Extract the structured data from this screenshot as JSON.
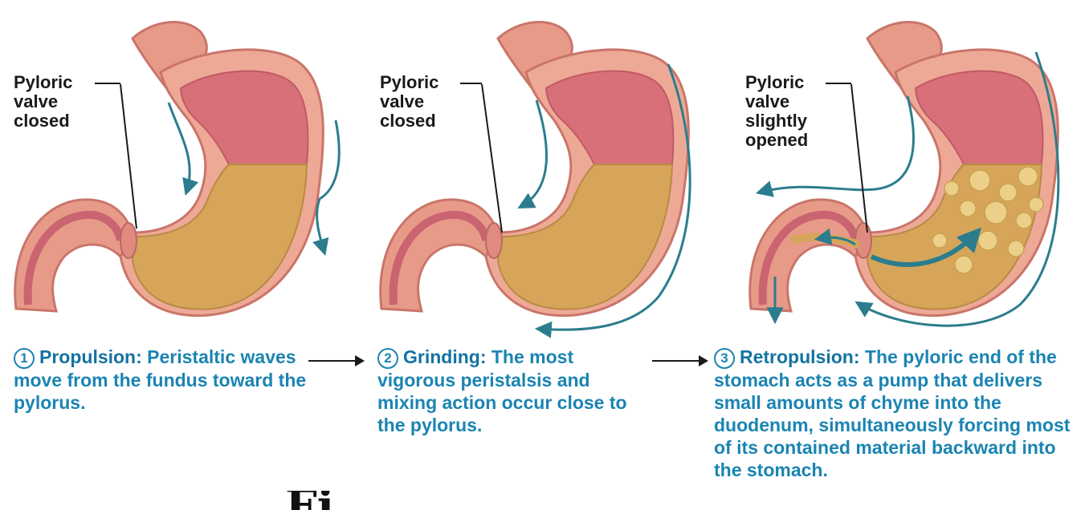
{
  "panels": [
    {
      "label": "Pyloric\nvalve\nclosed",
      "number": "1",
      "title": "Propulsion:",
      "text": " Peristaltic waves move from the fundus toward the pylorus."
    },
    {
      "label": "Pyloric\nvalve\nclosed",
      "number": "2",
      "title": "Grinding:",
      "text": " The most vigorous peristalsis and mixing action occur close to the pylorus."
    },
    {
      "label": "Pyloric\nvalve\nslightly\nopened",
      "number": "3",
      "title": "Retropulsion:",
      "text": " The pyloric end of the stomach acts as a pump that delivers small amounts of chyme into the duodenum, simultaneously forcing most of its contained material backward into the stomach."
    }
  ],
  "partial_caption": "Fi",
  "colors": {
    "caption": "#1b84b2",
    "stomach_wall": "#e9a08e",
    "stomach_lining": "#d86a72",
    "chyme": "#d7a85c",
    "motion_arrow": "#2b7d8d"
  }
}
